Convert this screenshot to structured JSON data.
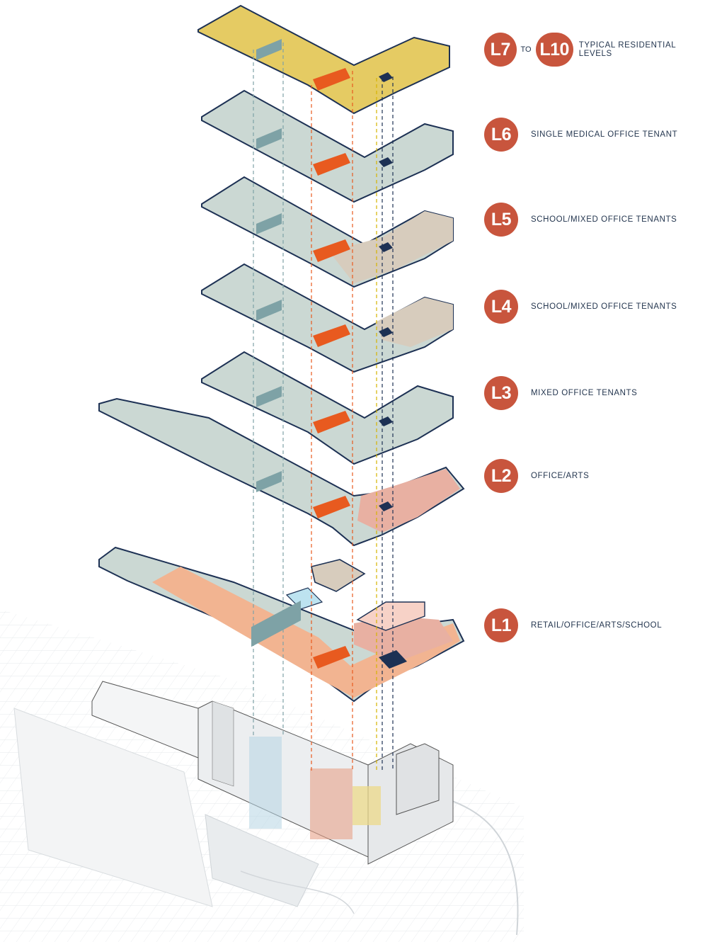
{
  "colors": {
    "outline": "#1d3154",
    "residential": "#e5cb63",
    "office_teal": "#cdd9d4",
    "office_tan": "#d7ccbd",
    "arts_pink": "#e8b0a2",
    "retail_orange": "#f2b491",
    "stair_orange": "#e85a1f",
    "elevator_navy": "#1d3154",
    "shaft_teal": "#7ea2a6",
    "badge": "#c8553d"
  },
  "legend": [
    {
      "key": "l7",
      "badge": "L7",
      "badge2": "L10",
      "joiner": "TO",
      "text": "TYPICAL RESIDENTIAL LEVELS"
    },
    {
      "key": "l6",
      "badge": "L6",
      "text": "SINGLE MEDICAL OFFICE TENANT"
    },
    {
      "key": "l5",
      "badge": "L5",
      "text": "SCHOOL/MIXED OFFICE TENANTS"
    },
    {
      "key": "l4",
      "badge": "L4",
      "text": "SCHOOL/MIXED OFFICE TENANTS"
    },
    {
      "key": "l3",
      "badge": "L3",
      "text": "MIXED OFFICE TENANTS"
    },
    {
      "key": "l2",
      "badge": "L2",
      "text": "OFFICE/ARTS"
    },
    {
      "key": "l1",
      "badge": "L1",
      "text": "RETAIL/OFFICE/ARTS/SCHOOL"
    }
  ]
}
